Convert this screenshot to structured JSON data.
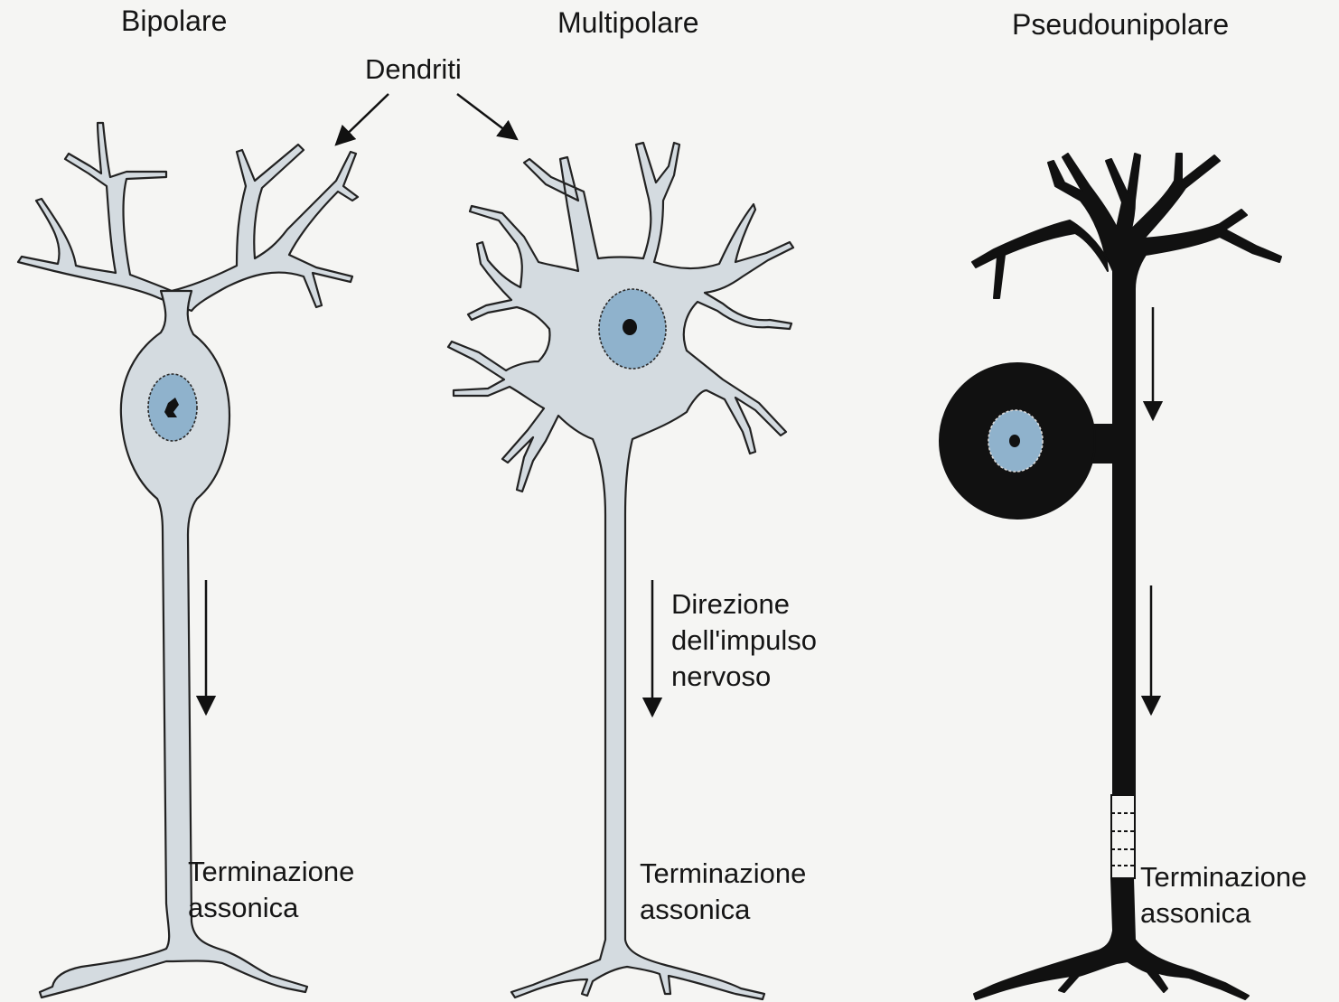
{
  "titles": {
    "bipolar": "Bipolare",
    "multipolar": "Multipolare",
    "pseudounipolar": "Pseudounipolare"
  },
  "labels": {
    "dendrites": "Dendriti",
    "impulse_direction_line1": "Direzione",
    "impulse_direction_line2": "dell'impulso",
    "impulse_direction_line3": "nervoso",
    "axon_terminal_line1": "Terminazione",
    "axon_terminal_line2": "assonica"
  },
  "colors": {
    "cytoplasm": "#d4dbe0",
    "nucleus": "#8fb2cc",
    "pseudounipolar_body": "#111111",
    "background": "#f5f5f3"
  }
}
